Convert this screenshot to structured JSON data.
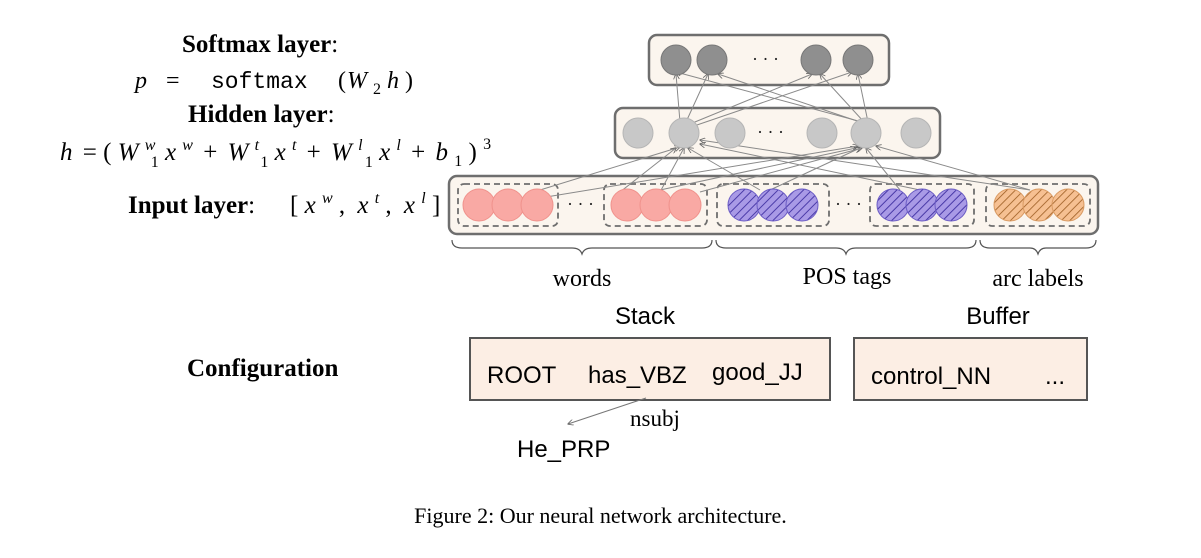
{
  "layers": {
    "softmax": {
      "title": "Softmax layer",
      "colon": ":",
      "formula": {
        "p": "p",
        "eq": "=",
        "fn": "softmax",
        "open": "(",
        "W": "W",
        "sub": "2",
        "h": "h",
        "close": ")"
      }
    },
    "hidden": {
      "title": "Hidden layer",
      "colon": ":",
      "formula": {
        "lhs": "h",
        "eq": "= (",
        "W": "W",
        "one": "1",
        "w": "w",
        "x": "x",
        "t": "t",
        "l": "l",
        "plus": "+",
        "b": "b",
        "close": ")",
        "cube": "3"
      }
    },
    "input": {
      "title": "Input layer",
      "colon": ":",
      "formula": {
        "open": "[",
        "x": "x",
        "w": "w",
        "comma": ",",
        "t": "t",
        "l": "l",
        "close": "]"
      }
    }
  },
  "ellipsis": {
    "dots": "· · ·"
  },
  "groups": {
    "words": "words",
    "pos": "POS tags",
    "arc": "arc labels"
  },
  "configuration": {
    "title": "Configuration",
    "stack_label": "Stack",
    "buffer_label": "Buffer",
    "stack_items": [
      "ROOT",
      "has_VBZ",
      "good_JJ"
    ],
    "buffer_items": [
      "control_NN",
      "..."
    ],
    "arc_label": "nsubj",
    "dependent": "He_PRP"
  },
  "caption": "Figure 2: Our neural network architecture.",
  "colors": {
    "softmax_node": "#8f8f8f",
    "hidden_node": "#c8c8c8",
    "word_node": "#f9a9a4",
    "pos_node": "#a99ae6",
    "pos_hatch": "#4a3aa8",
    "arc_node": "#f6c092",
    "arc_hatch": "#9a5a20",
    "box_fill": "#fbf5ee",
    "config_fill": "#fceee4"
  }
}
